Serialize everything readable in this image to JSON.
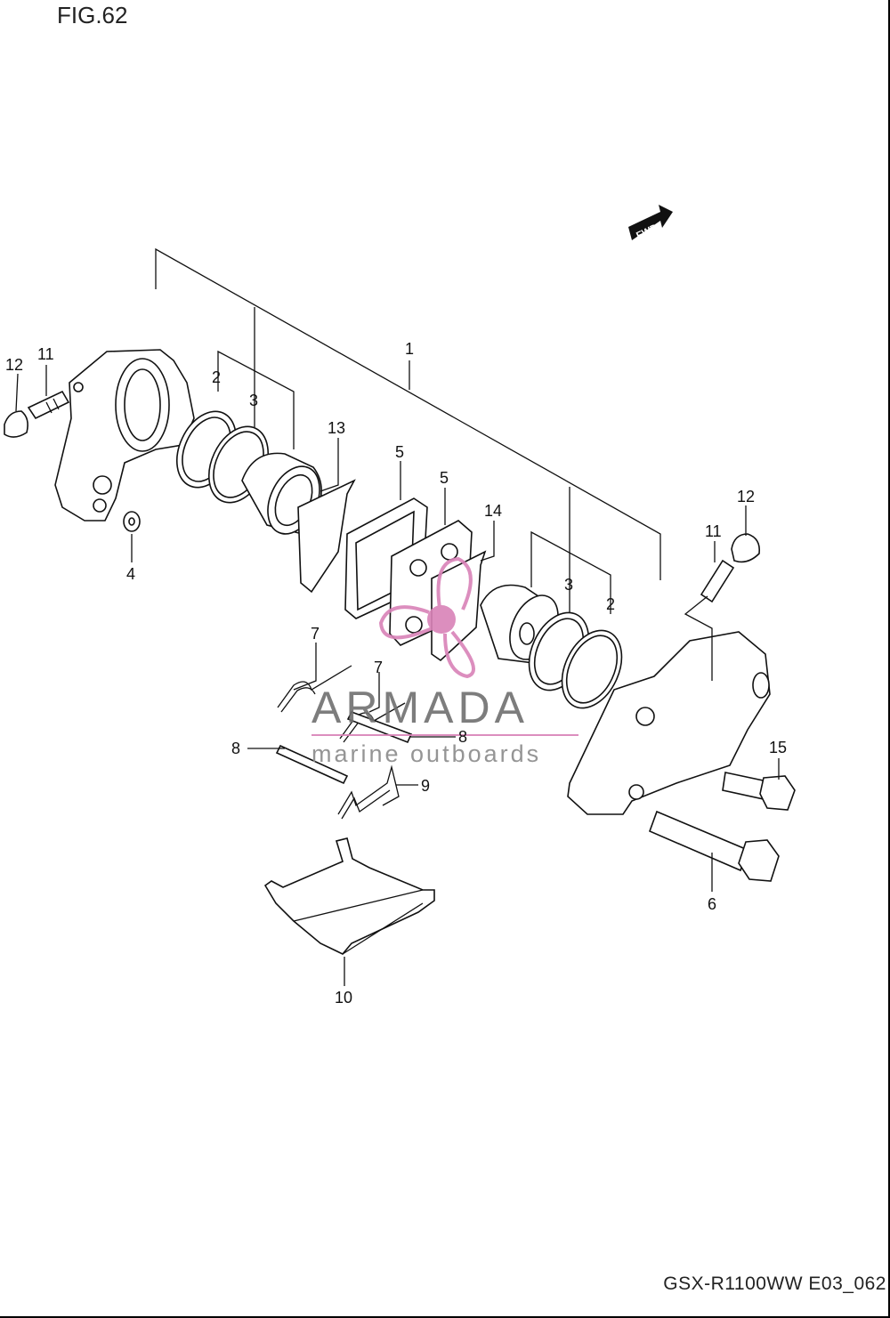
{
  "figure": {
    "title": "FIG.62",
    "footer_code": "GSX-R1100WW  E03_062"
  },
  "fwd_label": "FWD",
  "watermark": {
    "title": "ARMADA",
    "subtitle": "marine outboards",
    "accent_color": "#d982b8"
  },
  "callouts": [
    "1",
    "2",
    "3",
    "13",
    "5",
    "5",
    "14",
    "3",
    "2",
    "12",
    "11",
    "12",
    "11",
    "4",
    "7",
    "7",
    "8",
    "8",
    "9",
    "15",
    "6",
    "10"
  ]
}
